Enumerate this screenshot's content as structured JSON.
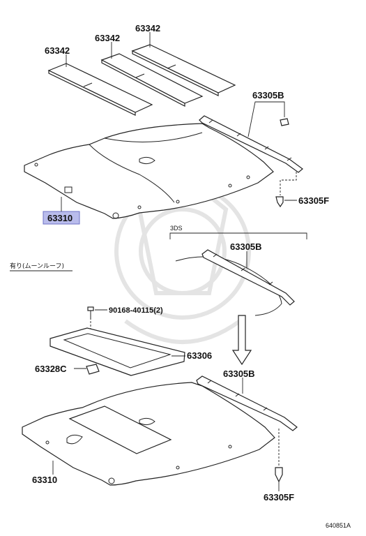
{
  "labels": {
    "panel_top_right": "63342",
    "panel_middle": "63342",
    "panel_left": "63342",
    "rail_upper_b": "63305B",
    "headliner_upper": "63310",
    "bracket_upper_f": "63305F",
    "variant_note": "3DS",
    "sunroof_note": "有り(ムーンルーフ)",
    "rail_lower_b_top": "63305B",
    "screw": "90168-40115(2)",
    "sunroof_frame": "63306",
    "clip": "63328C",
    "rail_lower_b": "63305B",
    "headliner_lower": "63310",
    "bracket_lower_f": "63305F",
    "diagram_code": "640851A"
  },
  "highlight_color": "#b9bcec",
  "highlighted_part": "63310"
}
